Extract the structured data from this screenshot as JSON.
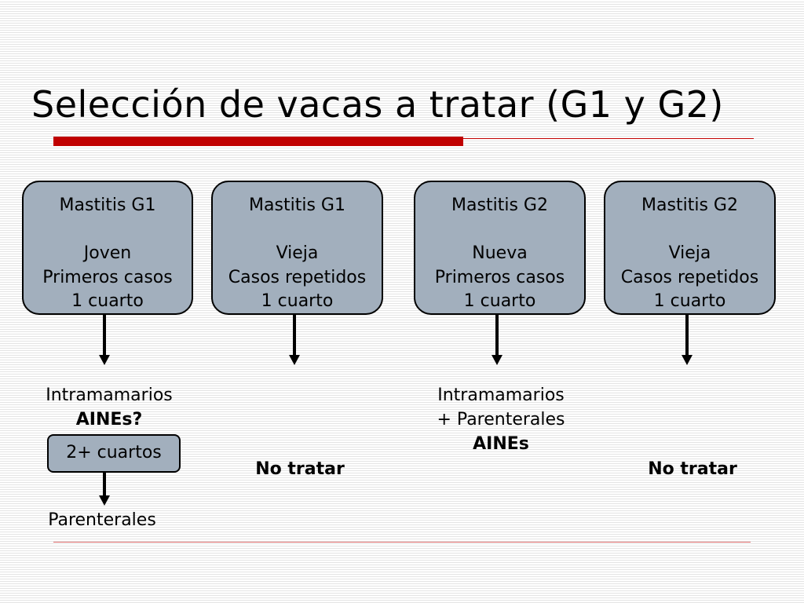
{
  "title": "Selección de vacas a tratar (G1 y G2)",
  "boxes": [
    {
      "heading": "Mastitis G1",
      "line1": "Joven",
      "line2": "Primeros casos",
      "line3": "1 cuarto"
    },
    {
      "heading": "Mastitis G1",
      "line1": "Vieja",
      "line2": "Casos repetidos",
      "line3": "1 cuarto"
    },
    {
      "heading": "Mastitis G2",
      "line1": "Nueva",
      "line2": "Primeros casos",
      "line3": "1 cuarto"
    },
    {
      "heading": "Mastitis G2",
      "line1": "Vieja",
      "line2": "Casos repetidos",
      "line3": "1 cuarto"
    }
  ],
  "outcomes": {
    "g1_young": {
      "line1": "Intramamarios",
      "line2": "AINEs?",
      "sub_box": "2+ cuartos",
      "sub_result": "Parenterales"
    },
    "g1_old": {
      "result": "No tratar"
    },
    "g2_new": {
      "line1": "Intramamarios",
      "line2": "+ Parenterales",
      "line3": "AINEs"
    },
    "g2_old": {
      "result": "No tratar"
    }
  },
  "colors": {
    "box_fill": "#a2afbd",
    "accent_red": "#c00000"
  }
}
